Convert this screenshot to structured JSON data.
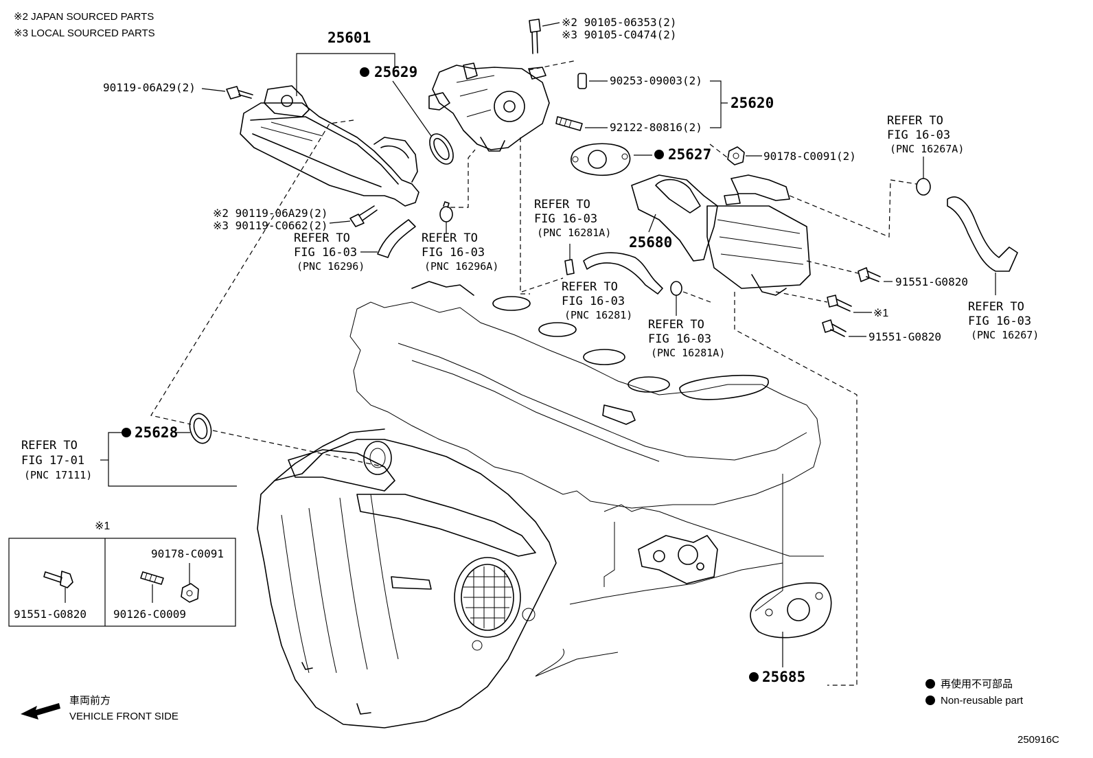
{
  "notes": {
    "japan": "※2 JAPAN SOURCED PARTS",
    "local": "※3 LOCAL SOURCED PARTS"
  },
  "callouts": {
    "p25601": "25601",
    "p25629": "25629",
    "p25620": "25620",
    "p25627": "25627",
    "p25680": "25680",
    "p25628": "25628",
    "p25685": "25685",
    "bolt_90119_06A29": "90119-06A29(2)",
    "bolt_j_90119_06A29": "※2 90119-06A29(2)",
    "bolt_l_90119_C0662": "※3 90119-C0662(2)",
    "bolt_j_90105_06353": "※2 90105-06353(2)",
    "bolt_l_90105_C0474": "※3 90105-C0474(2)",
    "pin_90253_09003": "90253-09003(2)",
    "stud_92122_80816": "92122-80816(2)",
    "nut_90178_C0091_2": "90178-C0091(2)",
    "bolt_91551_G0820_a": "91551-G0820",
    "bolt_91551_G0820_b": "91551-G0820",
    "mark_1": "※1"
  },
  "refs": [
    {
      "line1": "REFER TO",
      "line2": "FIG 16-03",
      "line3": "(PNC 16296)"
    },
    {
      "line1": "REFER TO",
      "line2": "FIG 16-03",
      "line3": "(PNC 16296A)"
    },
    {
      "line1": "REFER TO",
      "line2": "FIG 16-03",
      "line3": "(PNC 16281A)"
    },
    {
      "line1": "REFER TO",
      "line2": "FIG 16-03",
      "line3": "(PNC 16281)"
    },
    {
      "line1": "REFER TO",
      "line2": "FIG 16-03",
      "line3": "(PNC 16281A)"
    },
    {
      "line1": "REFER TO",
      "line2": "FIG 16-03",
      "line3": "(PNC 16267A)"
    },
    {
      "line1": "REFER TO",
      "line2": "FIG 16-03",
      "line3": "(PNC 16267)"
    },
    {
      "line1": "REFER TO",
      "line2": "FIG 17-01",
      "line3": "(PNC 17111)"
    }
  ],
  "inset": {
    "mark": "※1",
    "left_part": "91551-G0820",
    "right_nut": "90178-C0091",
    "right_stud": "90126-C0009"
  },
  "direction": {
    "japanese": "車両前方",
    "english": "VEHICLE FRONT SIDE"
  },
  "legend": {
    "japanese": "再使用不可部品",
    "english": "Non-reusable part"
  },
  "diagram_id": "250916C"
}
